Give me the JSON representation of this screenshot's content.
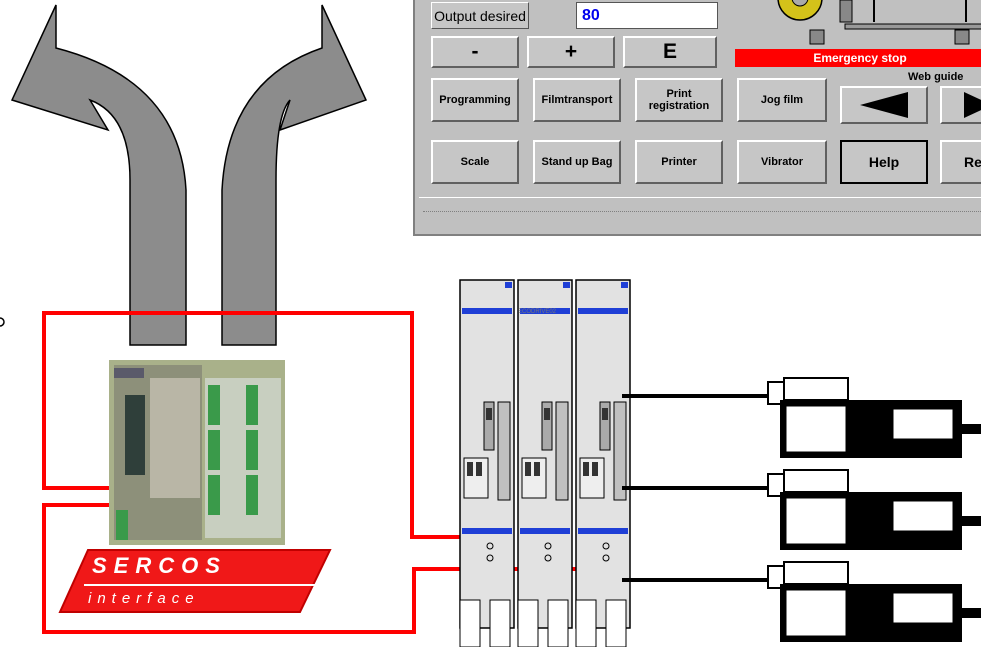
{
  "hmi": {
    "output_label": "Output desired",
    "output_value": "80",
    "minus_label": "-",
    "plus_label": "+",
    "e_label": "E",
    "emergency_stop": "Emergency stop",
    "web_guide": "Web guide",
    "buttons_row1": [
      "Programming",
      "Filmtransport",
      "Print registration",
      "Jog film"
    ],
    "buttons_row2": [
      "Scale",
      "Stand up Bag",
      "Printer",
      "Vibrator",
      "Help",
      "Re"
    ]
  },
  "sercos": {
    "top": "SERCOS",
    "bottom": "interface"
  },
  "drive_label": "ECODRIVE02",
  "colors": {
    "bus": "#ff0000",
    "arrow": "#8c8c8c",
    "panel": "#c0c0c0",
    "stripe": "#1f3fd6"
  }
}
